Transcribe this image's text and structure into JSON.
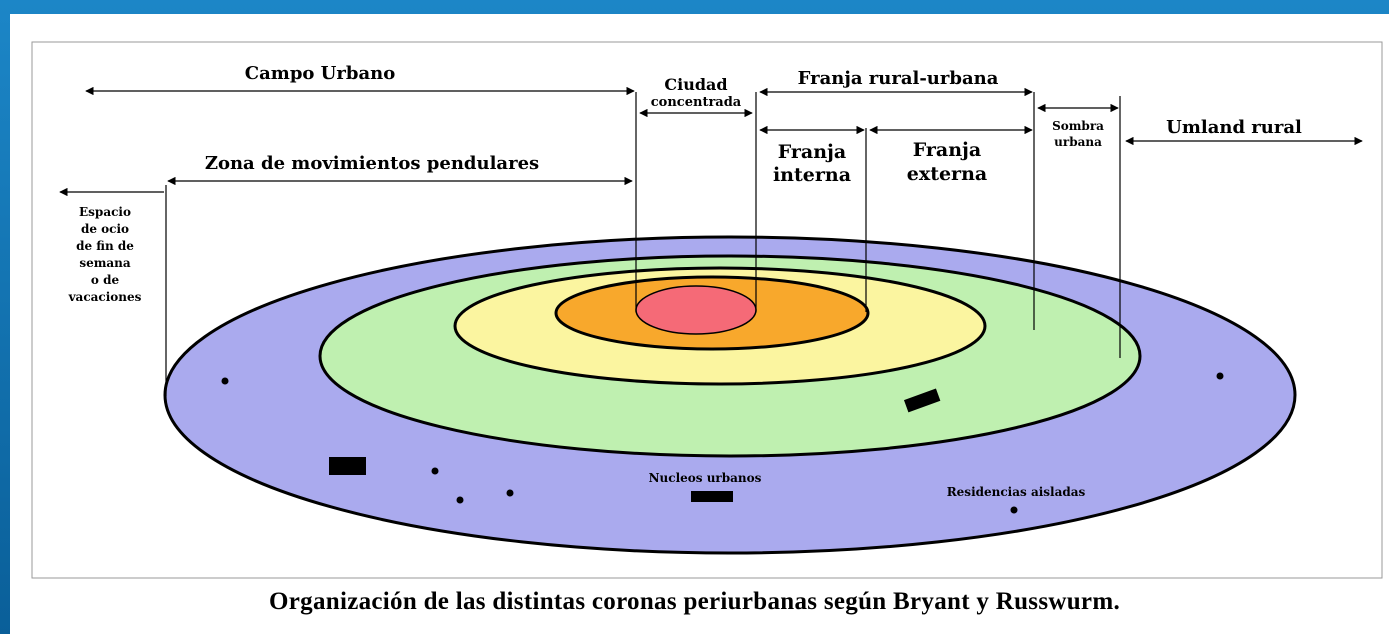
{
  "diagram": {
    "labels": {
      "campo_urbano": "Campo Urbano",
      "ciudad_line1": "Ciudad",
      "ciudad_line2": "concentrada",
      "franja_rural_urbana": "Franja rural-urbana",
      "franja_interna_line1": "Franja",
      "franja_interna_line2": "interna",
      "franja_externa_line1": "Franja",
      "franja_externa_line2": "externa",
      "sombra_line1": "Sombra",
      "sombra_line2": "urbana",
      "umland_rural": "Umland rural",
      "zona_movimientos": "Zona de movimientos pendulares",
      "espacio_line1": "Espacio",
      "espacio_line2": "de ocio",
      "espacio_line3": "de fin de",
      "espacio_line4": "semana",
      "espacio_line5": "o de",
      "espacio_line6": "vacaciones",
      "nucleos_urbanos": "Nucleos urbanos",
      "residencias_aisladas": "Residencias aisladas"
    },
    "colors": {
      "umland": "#aaaaee",
      "sombra": "#bff0b0",
      "franja_externa": "#fbf5a0",
      "franja_interna": "#f8a82c",
      "ciudad": "#f56a77"
    }
  },
  "caption": "Organización de las distintas coronas periurbanas según Bryant y Russwurm."
}
